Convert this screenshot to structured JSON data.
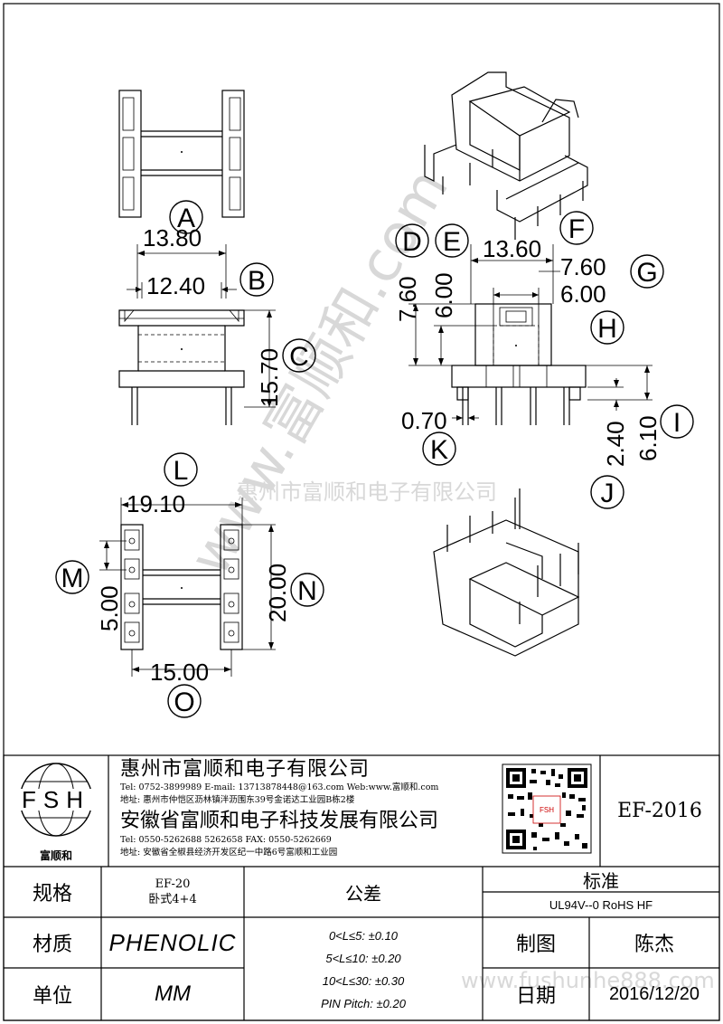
{
  "watermark": {
    "line1": "www.富顺和.com",
    "line2": "惠州市富顺和电子有限公司",
    "line3": "www.fushunhe888.com"
  },
  "views": {
    "A": "A",
    "B": "B",
    "C": "C",
    "D": "D",
    "E": "E",
    "F": "F",
    "G": "G",
    "H": "H",
    "I": "I",
    "J": "J",
    "K": "K",
    "L": "L",
    "M": "M",
    "N": "N",
    "O": "O"
  },
  "dims": {
    "d13_80": "13.80",
    "d12_40": "12.40",
    "d15_70": "15.70",
    "d13_60": "13.60",
    "d7_60_top": "7.60",
    "d6_00_top": "6.00",
    "d7_60_side": "7.60",
    "d6_00_side": "6.00",
    "d0_70": "0.70",
    "d2_40": "2.40",
    "d6_10": "6.10",
    "d19_10": "19.10",
    "d5_00": "5.00",
    "d20_00": "20.00",
    "d15_00": "15.00"
  },
  "titleblock": {
    "logo_text": "FSH",
    "logo_caption": "富顺和",
    "company1": "惠州市富顺和电子有限公司",
    "company1_contact": "Tel:  0752-3899989   E-mail: 13713878448@163.com   Web:www.富顺和.com",
    "company1_address": "地址: 惠州市仲恺区沥林镇泮沥围东39号金诺达工业园B栋2楼",
    "company2": "安徽省富顺和电子科技发展有限公司",
    "company2_contact": "Tel:  0550-5262688  5262658       FAX:  0550-5262669",
    "company2_address": "地址: 安徽省全椒县经济开发区纪一中路6号富顺和工业园",
    "qr_label": "FSH",
    "part_no": "EF-2016",
    "spec_label": "规格",
    "spec_value1": "EF-20",
    "spec_value2": "卧式4+4",
    "tolerance_label": "公差",
    "standard_label": "标准",
    "standard_value": "UL94V--0  RoHS HF",
    "material_label": "材质",
    "material_value": "PHENOLIC",
    "tol1": "0<L≤5: ±0.10",
    "tol2": "5<L≤10: ±0.20",
    "tol3": "10<L≤30: ±0.30",
    "tol4": "PIN Pitch: ±0.20",
    "drawn_label": "制图",
    "drawn_value": "陈杰",
    "unit_label": "单位",
    "unit_value": "MM",
    "date_label": "日期",
    "date_value": "2016/12/20"
  }
}
